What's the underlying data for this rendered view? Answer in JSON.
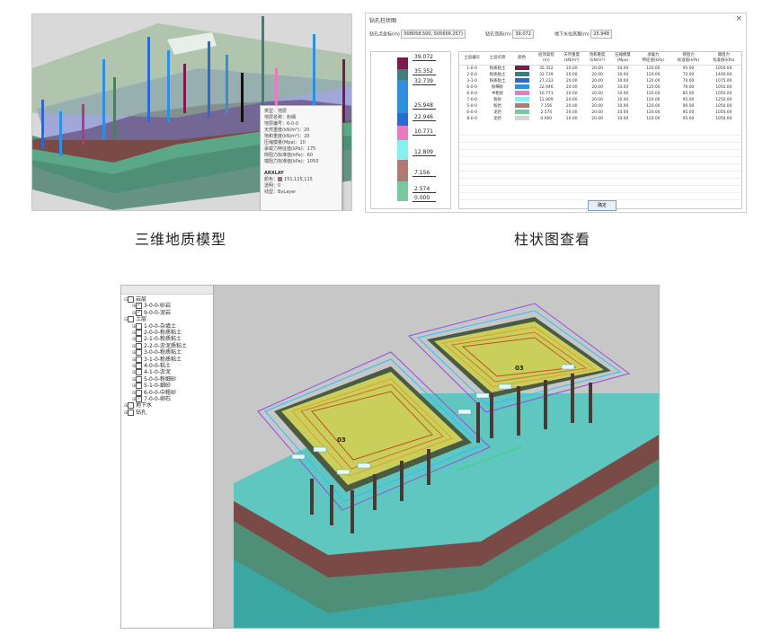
{
  "captions": {
    "model3d": "三维地质模型",
    "column": "柱状图查看"
  },
  "model3d": {
    "properties": {
      "rows": [
        "类型：地层",
        "地层名称：粉细",
        "地层编号：6-0-0",
        "天然重度(kN/m³)：20",
        "饱和重度(kN/m³)：20",
        "压缩模量(Mpa)：10",
        "承载力特征值(kPa)：175",
        "侧阻力标准值(kPa)：60",
        "端阻力标准值(kPa)：1050"
      ],
      "section": "ARXLAY",
      "color_label": "颜色",
      "color_value": "151,115,115",
      "transparency_label": "透明",
      "transparency_value": "0",
      "linetype_label": "线型",
      "linetype_value": "ByLayer"
    }
  },
  "borehole": {
    "title": "钻孔柱状图",
    "close": "×",
    "coord_label": "钻孔点坐标(m)",
    "coord_value": "508058.500, 505656.257)",
    "top_label": "钻孔顶高(m)",
    "top_value": "39.072",
    "water_label": "地下水位高程(m)",
    "water_value": "25.948",
    "column_ticks": [
      "39.072",
      "35.352",
      "32.739",
      "25.948",
      "22.946",
      "10.771",
      "12.809",
      "7.156",
      "2.574",
      "0.000"
    ],
    "headers": [
      "土层编号",
      "土层名称",
      "颜色",
      "层顶高程\n(m)",
      "天然重度\n(kN/m³)",
      "饱和重度\n(kN/m³)",
      "压缩模量\n(Mpa)",
      "承载力\n特征值(kPa)",
      "侧阻力\n标准值(kPa)",
      "端阻力\n标准值(kPa)"
    ],
    "rows": [
      {
        "id": "1-0-0",
        "name": "粉质粘土",
        "color": "#7a1b4b",
        "top": "35.352",
        "g1": "20.00",
        "g2": "20.00",
        "es": "10.00",
        "fak": "120.00",
        "qs": "95.00",
        "qp": "1050.00"
      },
      {
        "id": "2-0-0",
        "name": "粉质粘土",
        "color": "#3f7f78",
        "top": "32.739",
        "g1": "20.00",
        "g2": "20.00",
        "es": "10.00",
        "fak": "120.00",
        "qs": "72.00",
        "qp": "1400.00"
      },
      {
        "id": "3-1-0",
        "name": "粉质粘土",
        "color": "#2b6bd1",
        "top": "27.233",
        "g1": "20.00",
        "g2": "20.00",
        "es": "10.00",
        "fak": "120.00",
        "qs": "70.00",
        "qp": "1075.00"
      },
      {
        "id": "6-0-0",
        "name": "粉细砂",
        "color": "#2e8fe0",
        "top": "22.946",
        "g1": "20.00",
        "g2": "20.00",
        "es": "10.00",
        "fak": "120.00",
        "qs": "76.00",
        "qp": "1050.00"
      },
      {
        "id": "6-0-0",
        "name": "中粗砂",
        "color": "#e87ac2",
        "top": "16.771",
        "g1": "20.00",
        "g2": "20.00",
        "es": "10.00",
        "fak": "120.00",
        "qs": "85.00",
        "qp": "1050.00"
      },
      {
        "id": "7-0-0",
        "name": "粉砂",
        "color": "#86f0f0",
        "top": "12.809",
        "g1": "20.00",
        "g2": "20.00",
        "es": "10.00",
        "fak": "120.00",
        "qs": "95.00",
        "qp": "1250.00"
      },
      {
        "id": "5-0-0",
        "name": "粉岩",
        "color": "#b07a74",
        "top": "7.156",
        "g1": "20.00",
        "g2": "20.00",
        "es": "10.00",
        "fak": "120.00",
        "qs": "90.00",
        "qp": "1050.00"
      },
      {
        "id": "6-0-0",
        "name": "泥岩",
        "color": "#79c89e",
        "top": "2.574",
        "g1": "20.00",
        "g2": "20.00",
        "es": "10.00",
        "fak": "120.00",
        "qs": "95.00",
        "qp": "1050.00"
      },
      {
        "id": "8-0-0",
        "name": "泥岩",
        "color": "#c9d8d0",
        "top": "0.000",
        "g1": "20.00",
        "g2": "20.00",
        "es": "10.00",
        "fak": "120.00",
        "qs": "95.00",
        "qp": "1050.00"
      }
    ],
    "ok": "确定"
  },
  "tree": {
    "items": [
      {
        "label": "岩层",
        "level": 0,
        "pm": "⊟",
        "checked": false
      },
      {
        "label": "3-0-0-砂岩",
        "level": 1,
        "pm": "⊞",
        "checked": true
      },
      {
        "label": "9-0-0-泥岩",
        "level": 1,
        "pm": "⊞",
        "checked": true
      },
      {
        "label": "土层",
        "level": 0,
        "pm": "⊟",
        "checked": false
      },
      {
        "label": "1-0-0-杂填土",
        "level": 1,
        "pm": "⊞",
        "checked": false
      },
      {
        "label": "2-0-0-粉质粘土",
        "level": 1,
        "pm": "⊞",
        "checked": false
      },
      {
        "label": "2-1-0-粉质粘土",
        "level": 1,
        "pm": "⊞",
        "checked": false
      },
      {
        "label": "2-2-0-淤泥质粘土",
        "level": 1,
        "pm": "⊞",
        "checked": false
      },
      {
        "label": "3-0-0-粉质粘土",
        "level": 1,
        "pm": "⊞",
        "checked": false
      },
      {
        "label": "3-1-0-粉质粘土",
        "level": 1,
        "pm": "⊞",
        "checked": false
      },
      {
        "label": "4-0-0-粘土",
        "level": 1,
        "pm": "⊞",
        "checked": false
      },
      {
        "label": "4-1-0-淤泥",
        "level": 1,
        "pm": "⊞",
        "checked": false
      },
      {
        "label": "5-0-0-粉细砂",
        "level": 1,
        "pm": "⊞",
        "checked": false
      },
      {
        "label": "5-1-0-细砂",
        "level": 1,
        "pm": "⊞",
        "checked": false
      },
      {
        "label": "6-0-0-中粗砂",
        "level": 1,
        "pm": "⊞",
        "checked": false
      },
      {
        "label": "7-0-0-卵石",
        "level": 1,
        "pm": "⊞",
        "checked": true
      },
      {
        "label": "地下水",
        "level": 0,
        "pm": "⊞",
        "checked": false
      },
      {
        "label": "钻孔",
        "level": 0,
        "pm": "⊞",
        "checked": false
      }
    ]
  },
  "scene": {
    "label_left": "03",
    "label_right": "03"
  },
  "colors": {
    "upper_plane": "#8fb48b",
    "water_plane": "#6f7fd9",
    "soil_red": "#7a4a46",
    "soil_green": "#4f8f78",
    "ground_teal": "#5fc6c0"
  }
}
